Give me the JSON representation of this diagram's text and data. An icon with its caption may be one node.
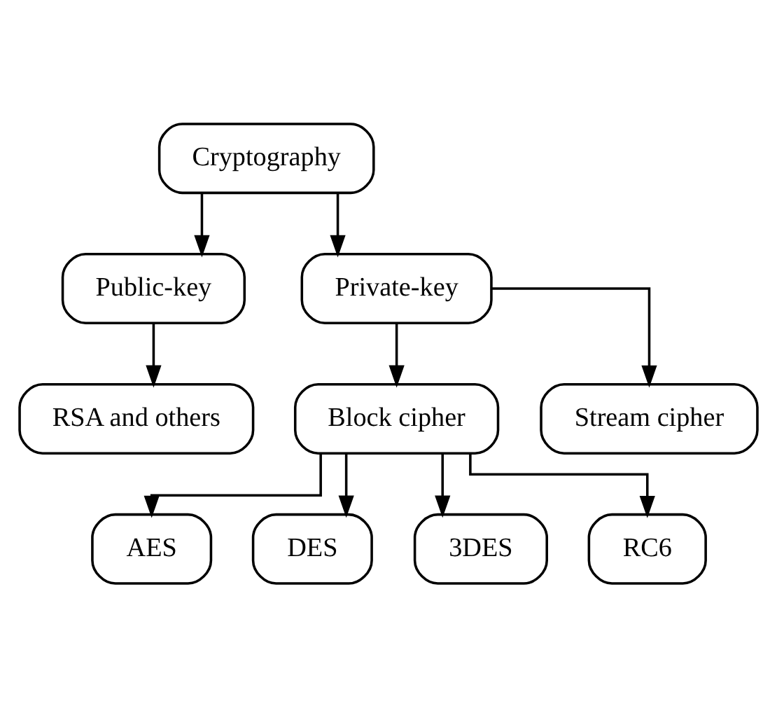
{
  "diagram": {
    "nodes": [
      {
        "text": [
          "Cryptography"
        ]
      },
      {
        "text": [
          "Public-key"
        ]
      },
      {
        "text": [
          "Private-key"
        ]
      },
      {
        "text": [
          "RSA and others"
        ]
      },
      {
        "text": [
          "Block cipher"
        ]
      },
      {
        "text": [
          "Stream cipher"
        ]
      },
      {
        "text": [
          "AES"
        ]
      },
      {
        "text": [
          "DES"
        ]
      },
      {
        "text": [
          "3DES"
        ]
      },
      {
        "text": [
          "RC6"
        ]
      }
    ],
    "edges": [
      {
        "from": 0,
        "to": 1,
        "arrow": "to"
      },
      {
        "from": 0,
        "to": 2,
        "arrow": "to"
      },
      {
        "from": 1,
        "to": 3,
        "arrow": "to"
      },
      {
        "from": 2,
        "to": 4,
        "arrow": "to"
      },
      {
        "from": 2,
        "to": 5,
        "arrow": "to"
      },
      {
        "from": 4,
        "to": 6,
        "arrow": "to"
      },
      {
        "from": 4,
        "to": 7,
        "arrow": "to"
      },
      {
        "from": 4,
        "to": 8,
        "arrow": "to"
      },
      {
        "from": 4,
        "to": 9,
        "arrow": "to"
      }
    ]
  }
}
